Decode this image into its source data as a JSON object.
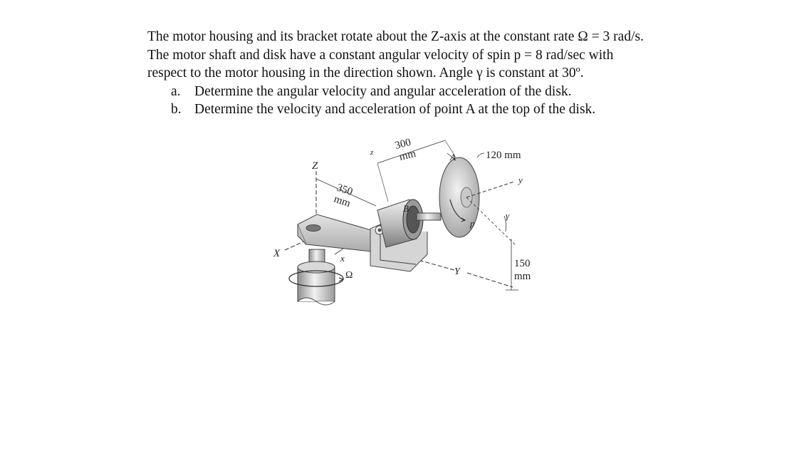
{
  "problem": {
    "intro_line1": "The motor housing and its bracket rotate about the Z-axis at the constant rate Ω = 3 rad/s.",
    "intro_line2": "The motor shaft and disk have a constant angular velocity of spin p = 8 rad/sec with",
    "intro_line3": "respect to the motor housing in the direction shown. Angle γ is constant at 30º.",
    "items": [
      {
        "marker": "a.",
        "text": "Determine the angular velocity and angular acceleration of the disk."
      },
      {
        "marker": "b.",
        "text": "Determine the velocity and acceleration of point A at the top of the disk."
      }
    ]
  },
  "figure": {
    "labels": {
      "Z": "Z",
      "X": "X",
      "Y": "Y",
      "x": "x",
      "y": "y",
      "z": "z",
      "A": "A",
      "B": "B",
      "p": "p",
      "gamma": "γ",
      "omega": "Ω",
      "dim_350_value": "350",
      "dim_350_unit": "mm",
      "dim_300_value": "300",
      "dim_300_unit": "mm",
      "dim_120": "120 mm",
      "dim_150_value": "150",
      "dim_150_unit": "mm"
    }
  }
}
